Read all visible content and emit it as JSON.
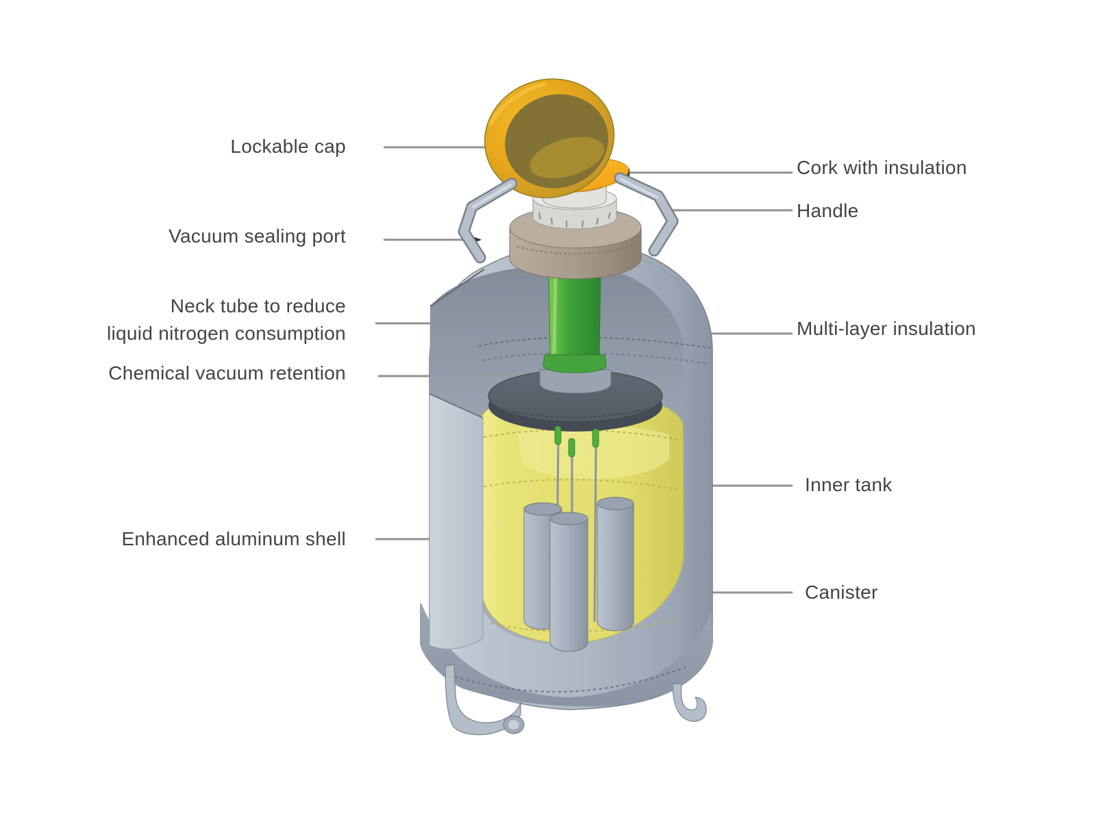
{
  "figure": {
    "type": "labeled-cutaway-diagram",
    "subject": "Liquid nitrogen storage tank",
    "background": "#ffffff",
    "text_color": "#434343",
    "line_color": "#8f9294",
    "arrow_color": "#2e2e2e"
  },
  "callouts_left": [
    {
      "id": "lockable-cap",
      "label": "Lockable cap"
    },
    {
      "id": "vacuum-sealing-port",
      "label": "Vacuum sealing port"
    },
    {
      "id": "neck-tube",
      "label": "Neck tube to reduce",
      "label2": "liquid nitrogen consumption"
    },
    {
      "id": "chemical-vacuum-retention",
      "label": "Chemical vacuum retention"
    },
    {
      "id": "enhanced-aluminum-shell",
      "label": "Enhanced aluminum shell"
    }
  ],
  "callouts_right": [
    {
      "id": "cork-with-insulation",
      "label": "Cork with insulation"
    },
    {
      "id": "handle",
      "label": "Handle"
    },
    {
      "id": "multi-layer-insulation",
      "label": "Multi-layer insulation"
    },
    {
      "id": "inner-tank",
      "label": "Inner tank"
    },
    {
      "id": "canister",
      "label": "Canister"
    }
  ],
  "illustration_colors": {
    "cap_gold": "#e4a51c",
    "cap_inner_olive": "#837236",
    "cork_orange": "#f2a315",
    "collar_tan": "#a79b8c",
    "shell_gray": "#b2bcc8",
    "shell_cut_light": "#cbd5dd",
    "neck_tube_green": "#3fa438",
    "retention_plate_gray": "#545b64",
    "inner_tank_yellow": "#e7e276",
    "canister_gray": "#a5afbc",
    "handle_gray": "#b7c0ca"
  }
}
